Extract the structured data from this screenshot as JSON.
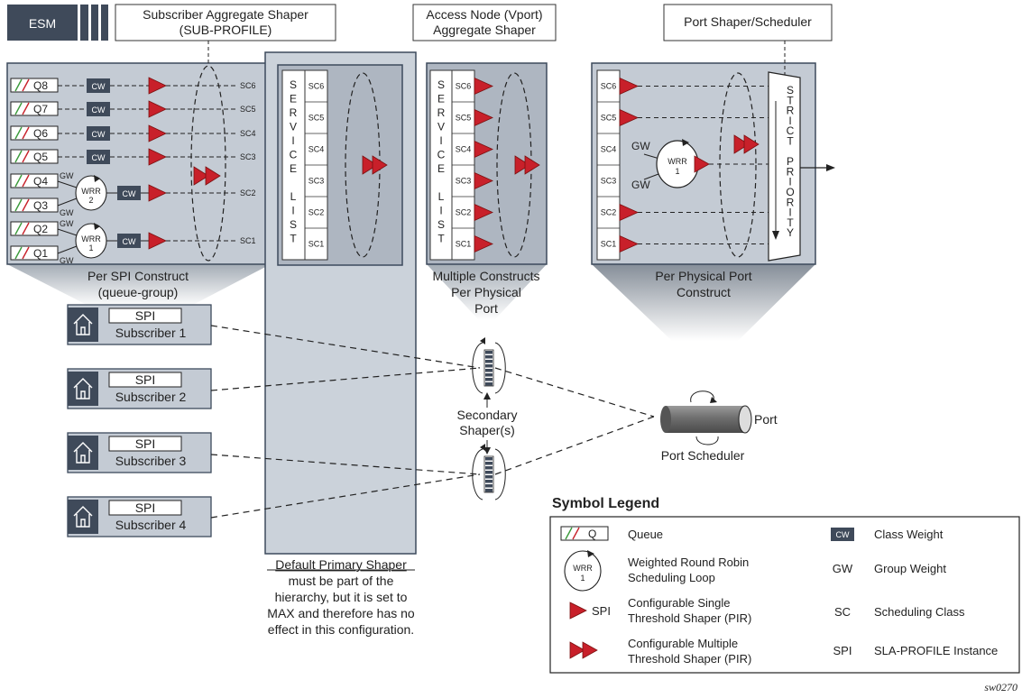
{
  "esm_label": "ESM",
  "sub_shaper_title": [
    "Subscriber Aggregate Shaper",
    "(SUB-PROFILE)"
  ],
  "vport_title": [
    "Access Node (Vport)",
    "Aggregate Shaper"
  ],
  "port_shaper_title": "Port Shaper/Scheduler",
  "spi_panel": {
    "queues": [
      "Q8",
      "Q7",
      "Q6",
      "Q5",
      "Q4",
      "Q3",
      "Q2",
      "Q1"
    ],
    "cw": "CW",
    "gw": "GW",
    "wrr": "WRR",
    "wrr_weights": [
      "2",
      "1"
    ],
    "sc_labels": [
      "SC6",
      "SC5",
      "SC4",
      "SC3",
      "SC2",
      "SC1"
    ],
    "caption": [
      "Per SPI Construct",
      "(queue-group)"
    ]
  },
  "service_list_letters": [
    "S",
    "E",
    "R",
    "V",
    "I",
    "C",
    "E",
    "",
    "L",
    "I",
    "S",
    "T"
  ],
  "sc_boxes": [
    "SC6",
    "SC5",
    "SC4",
    "SC3",
    "SC2",
    "SC1"
  ],
  "vport_caption": [
    "Multiple Constructs",
    "Per Physical",
    "Port"
  ],
  "port_panel": {
    "sc_boxes": [
      "SC6",
      "SC5",
      "SC4",
      "SC3",
      "SC2",
      "SC1"
    ],
    "gw": "GW",
    "wrr": "WRR",
    "wrr_weight": "1",
    "strict_priority": [
      "S",
      "T",
      "R",
      "I",
      "C",
      "T",
      "",
      "P",
      "R",
      "I",
      "O",
      "R",
      "I",
      "T",
      "Y"
    ],
    "caption": [
      "Per Physical Port",
      "Construct"
    ]
  },
  "subscribers": [
    {
      "spi": "SPI",
      "name": "Subscriber 1"
    },
    {
      "spi": "SPI",
      "name": "Subscriber 2"
    },
    {
      "spi": "SPI",
      "name": "Subscriber 3"
    },
    {
      "spi": "SPI",
      "name": "Subscriber 4"
    }
  ],
  "secondary_shaper_label": [
    "Secondary",
    "Shaper(s)"
  ],
  "port_label": "Port",
  "port_scheduler_label": "Port Scheduler",
  "default_primary": {
    "title": "Default Primary Shaper",
    "lines": [
      "must be part of the",
      "hierarchy, but it is set to",
      "MAX and therefore has no",
      "effect in this configuration."
    ]
  },
  "legend": {
    "title": "Symbol Legend",
    "queue_symbol": "Q",
    "cw_symbol": "CW",
    "wrr_symbol": "WRR",
    "wrr_symbol_weight": "1",
    "spi_symbol": "SPI",
    "queue": "Queue",
    "wrr_desc": [
      "Weighted Round Robin",
      "Scheduling Loop"
    ],
    "single_shaper": [
      "Configurable Single",
      "Threshold Shaper (PIR)"
    ],
    "multi_shaper": [
      "Configurable Multiple",
      "Threshold Shaper (PIR)"
    ],
    "class_weight": "Class Weight",
    "gw_abbr": "GW",
    "group_weight": "Group Weight",
    "sc_abbr": "SC",
    "scheduling_class": "Scheduling Class",
    "spi_abbr": "SPI",
    "sla_profile": "SLA-PROFILE Instance"
  },
  "figure_id": "sw0270",
  "colors": {
    "panel_fill": "#c4cbd4",
    "panel_stroke": "#3d4a5c",
    "dark_box": "#3f4a5a",
    "shaper_red": "#c8202a",
    "queue_green": "#3a9a3a",
    "queue_red": "#c8202a"
  }
}
